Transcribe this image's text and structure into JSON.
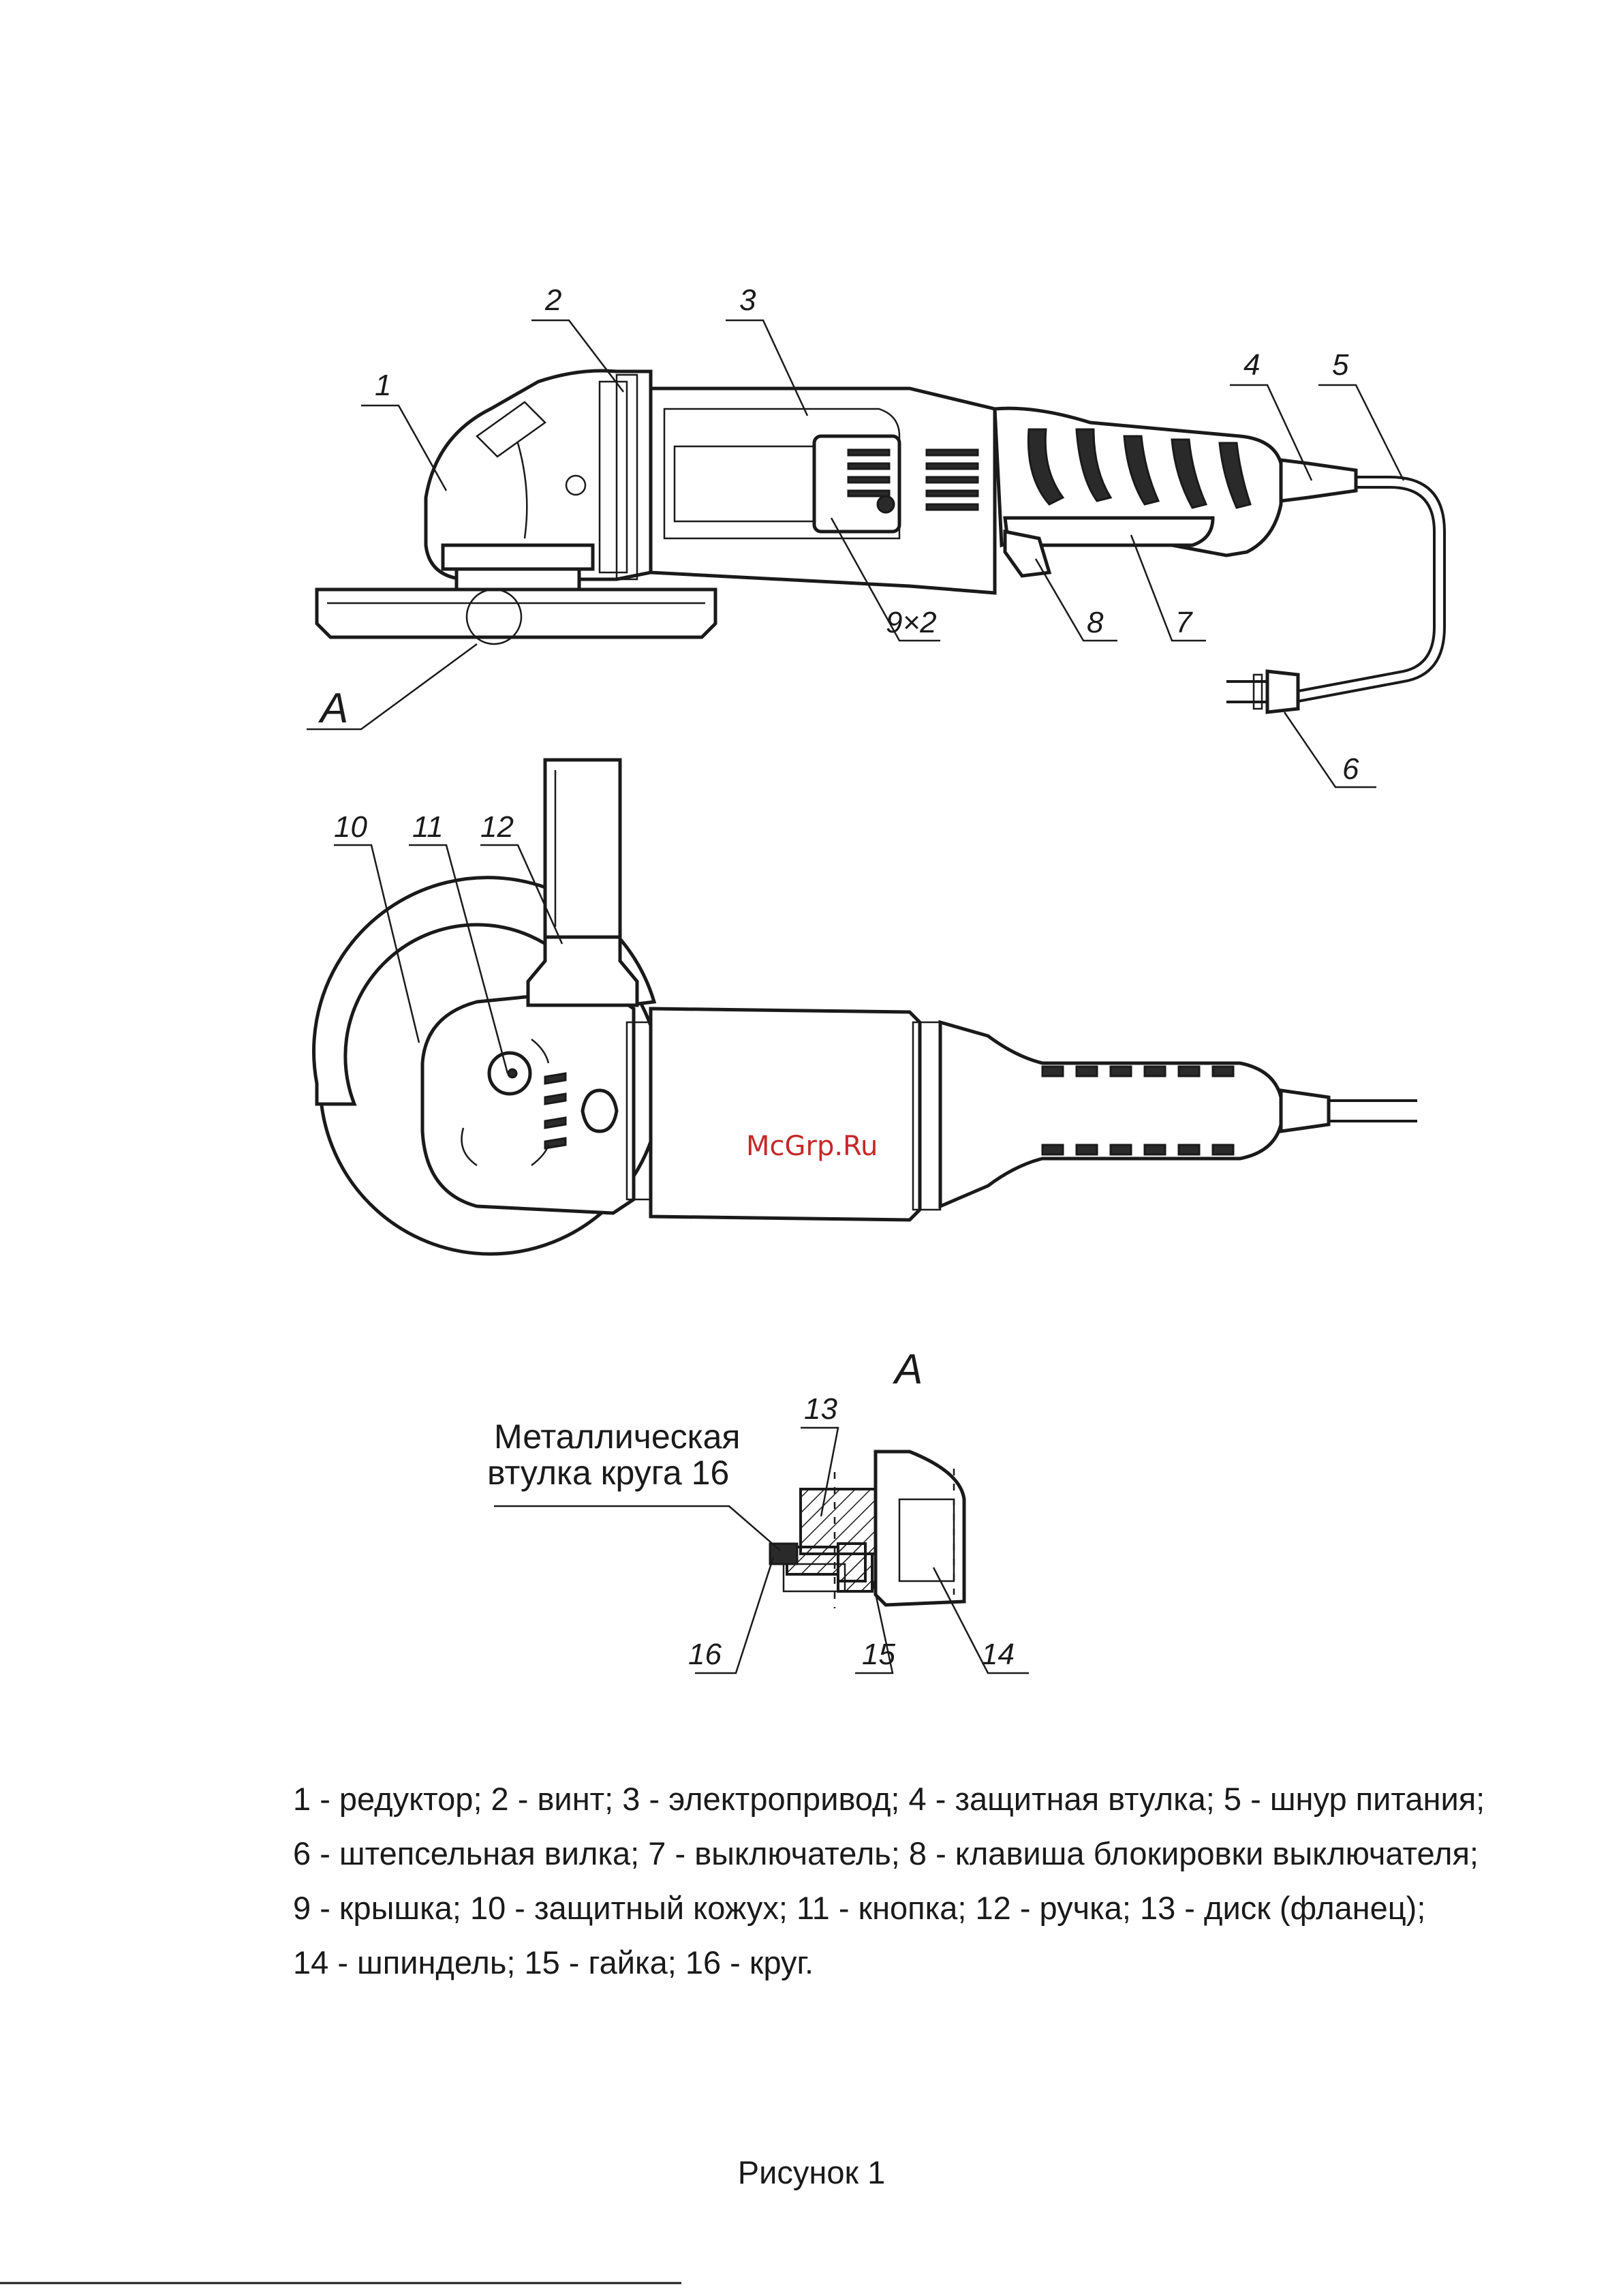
{
  "callouts": {
    "c1": "1",
    "c2": "2",
    "c3": "3",
    "c4": "4",
    "c5": "5",
    "c6": "6",
    "c7": "7",
    "c8": "8",
    "c9": "9×2",
    "cA": "A",
    "c10": "10",
    "c11": "11",
    "c12": "12",
    "c13": "13",
    "c14": "14",
    "c15": "15",
    "c16": "16",
    "detail_title": "A"
  },
  "detail_note": {
    "line1": "Металлическая",
    "line2": "втулка круга 16"
  },
  "watermark": "McGrp.Ru",
  "legend": {
    "line1": "1 - редуктор; 2 - винт; 3 - электропривод; 4 - защитная втулка; 5 - шнур питания;",
    "line2": "6 - штепсельная вилка; 7 - выключатель; 8 - клавиша блокировки выключателя;",
    "line3": "9 - крышка; 10 - защитный кожух; 11 - кнопка; 12 - ручка; 13 - диск (фланец);",
    "line4": "14 - шпиндель;  15 - гайка;  16 - круг."
  },
  "caption": "Рисунок 1"
}
